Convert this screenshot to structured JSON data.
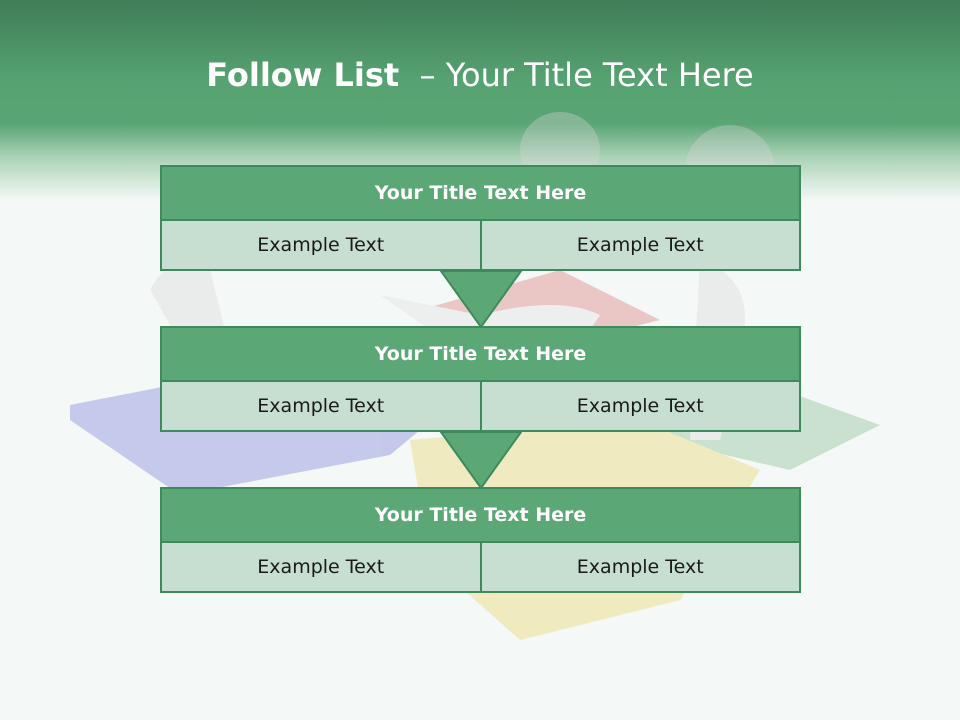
{
  "header": {
    "title_bold": "Follow List",
    "title_rest": "– Your Title Text Here"
  },
  "blocks": [
    {
      "title": "Your Title Text Here",
      "cells": [
        "Example Text",
        "Example Text"
      ]
    },
    {
      "title": "Your Title Text Here",
      "cells": [
        "Example Text",
        "Example Text"
      ]
    },
    {
      "title": "Your Title Text Here",
      "cells": [
        "Example Text",
        "Example Text"
      ]
    }
  ],
  "colors": {
    "header_green": "#56a271",
    "block_title": "#5ba876",
    "block_cell": "#c7dfd0",
    "border": "#3f8a5c"
  }
}
